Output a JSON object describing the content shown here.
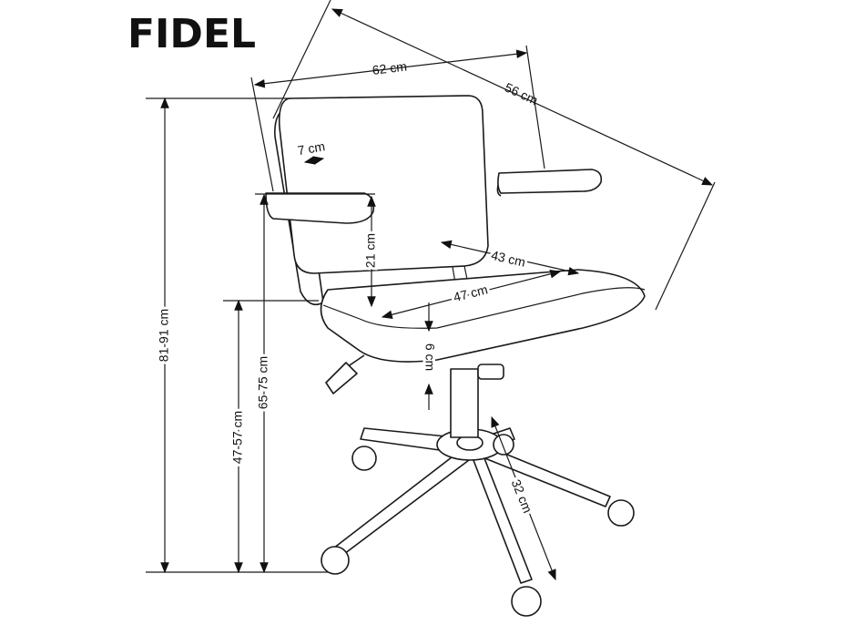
{
  "title": "FIDEL",
  "dimensions": {
    "width": "62 cm",
    "depth": "56 cm",
    "armrest_width": "7 cm",
    "armrest_height": "21 cm",
    "seat_depth": "43 cm",
    "seat_width": "47 cm",
    "seat_thickness": "6 cm",
    "total_height": "81-91 cm",
    "armrest_floor_height": "65-75 cm",
    "seat_height": "47-57 cm",
    "base_radius": "32 cm"
  }
}
